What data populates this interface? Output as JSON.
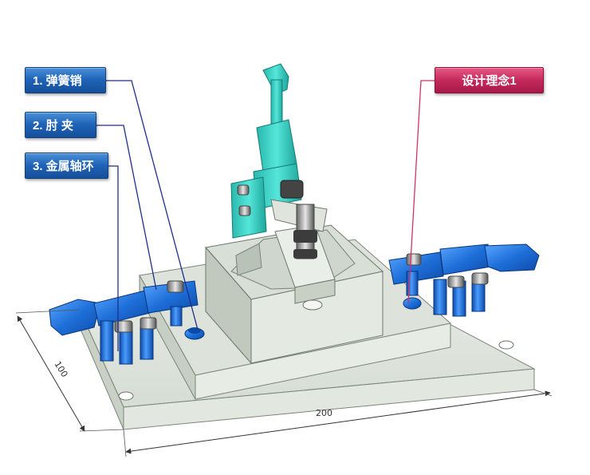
{
  "callouts": {
    "spring_pin": "1. 弹簧销",
    "elbow_clamp": "2. 肘 夹",
    "metal_ring": "3. 金属轴环",
    "design_concept": "设计理念1"
  },
  "dimensions": {
    "width_label": "200",
    "depth_label": "100"
  },
  "colors": {
    "callout_blue": "#1f63b8",
    "callout_pink": "#c52a5c",
    "part_blue": "#1e6fd9",
    "part_cyan": "#3fd3c8",
    "plate_gray": "#d9e0d8"
  }
}
